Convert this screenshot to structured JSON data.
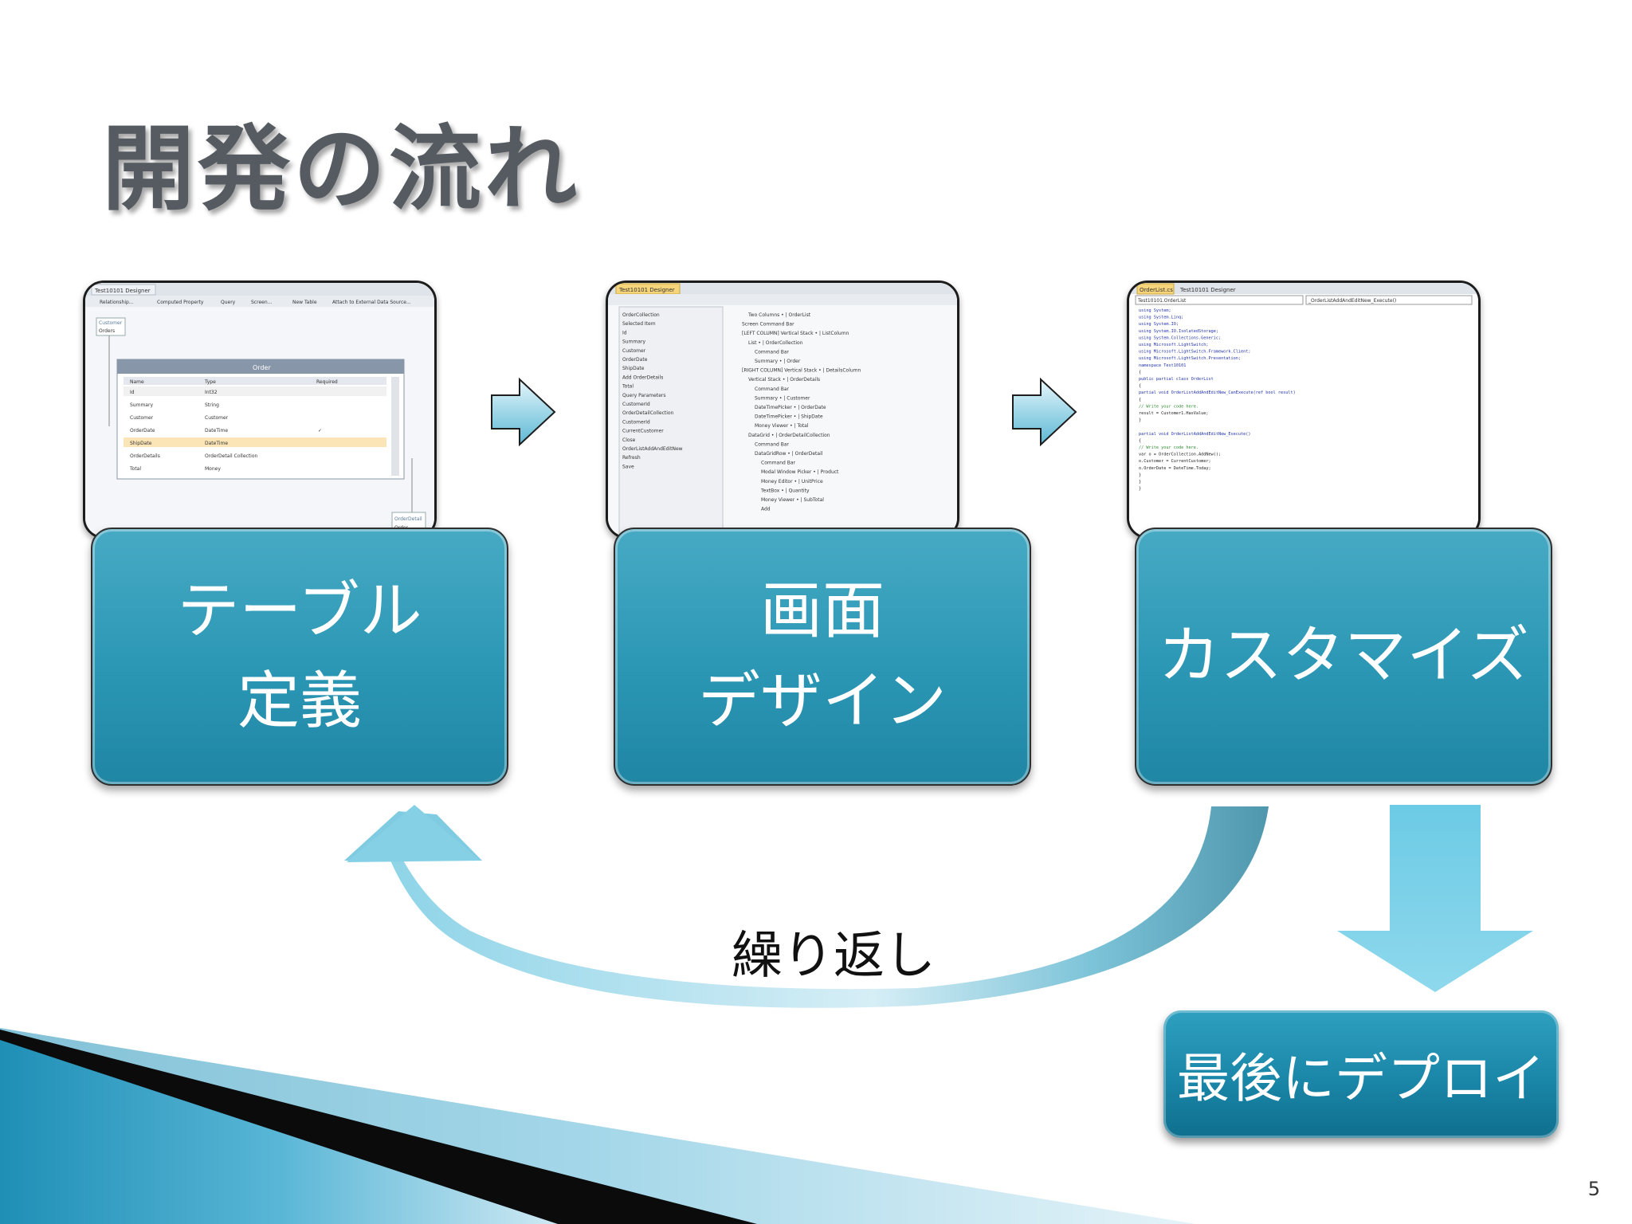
{
  "slide": {
    "title": "開発の流れ",
    "page_number": "5"
  },
  "steps": [
    {
      "line1": "テーブル",
      "line2": "定義"
    },
    {
      "line1": "画面",
      "line2": "デザイン"
    },
    {
      "line1": "カスタマイズ",
      "line2": ""
    }
  ],
  "loop_label": "繰り返し",
  "deploy_label": "最後にデプロイ",
  "colors": {
    "step_fill": "#2b97b5",
    "arrow_fill": "#7fd0e6",
    "title": "#555b60",
    "accent_dark": "#1a86a8"
  },
  "thumbnails": {
    "table_designer": {
      "tab": "Test10101 Designer",
      "toolbar": [
        "Relationship...",
        "Computed Property",
        "Query",
        "Screen...",
        "New Table",
        "Attach to External Data Source..."
      ],
      "entity_box": "Customer",
      "entity_sub": "Orders",
      "table_title": "Order",
      "columns": [
        "Name",
        "Type",
        "Required"
      ],
      "rows": [
        [
          "Id",
          "Int32",
          ""
        ],
        [
          "Summary",
          "String",
          ""
        ],
        [
          "Customer",
          "Customer",
          ""
        ],
        [
          "OrderDate",
          "DateTime",
          "✓"
        ],
        [
          "ShipDate",
          "DateTime",
          ""
        ],
        [
          "OrderDetails",
          "OrderDetail Collection",
          ""
        ],
        [
          "Total",
          "Money",
          ""
        ]
      ],
      "side_box": "OrderDetail",
      "side_sub": "Order"
    },
    "screen_designer": {
      "tab": "Test10101 Designer",
      "left_items": [
        "OrderCollection",
        "Selected Item",
        "Id",
        "Summary",
        "Customer",
        "OrderDate",
        "ShipDate",
        "Add OrderDetails",
        "Total",
        "Query Parameters",
        "CustomerId",
        "OrderDetailCollection",
        "CustomerId",
        "CurrentCustomer",
        "Close",
        "OrderListAddAndEditNew",
        "Refresh",
        "Save"
      ],
      "right_items": [
        "Two Columns • | OrderList",
        "Screen Command Bar",
        "[LEFT COLUMN] Vertical Stack • | ListColumn",
        "List • | OrderCollection",
        "Command Bar",
        "Summary • | Order",
        "[RIGHT COLUMN] Vertical Stack • | DetailsColumn",
        "Vertical Stack • | OrderDetails",
        "Command Bar",
        "Summary • | Customer",
        "DateTimePicker • | OrderDate",
        "DateTimePicker • | ShipDate",
        "Money Viewer • | Total",
        "DataGrid • | OrderDetailCollection",
        "Command Bar",
        "DataGridRow • | OrderDetail",
        "Command Bar",
        "Modal Window Picker • | Product",
        "Money Editor • | UnitPrice",
        "TextBox • | Quantity",
        "Money Viewer • | SubTotal",
        "Add"
      ]
    },
    "code_editor": {
      "tab1": "OrderList.cs",
      "tab2": "Test10101 Designer",
      "dropdown1": "Test10101.OrderList",
      "dropdown2": "_OrderListAddAndEditNew_Execute()",
      "code_lines": [
        "using System;",
        "using System.Linq;",
        "using System.IO;",
        "using System.IO.IsolatedStorage;",
        "using System.Collections.Generic;",
        "using Microsoft.LightSwitch;",
        "using Microsoft.LightSwitch.Framework.Client;",
        "using Microsoft.LightSwitch.Presentation;",
        "namespace Test10101",
        "{",
        "    public partial class OrderList",
        "    {",
        "        partial void OrderListAddAndEditNew_CanExecute(ref bool result)",
        "        {",
        "            // Write your code here.",
        "            result = Customer1.HasValue;",
        "        }",
        "",
        "        partial void OrderListAddAndEditNew_Execute()",
        "        {",
        "            // Write your code here.",
        "            var o = OrderCollection.AddNew();",
        "            o.Customer = CurrentCustomer;",
        "            o.OrderDate = DateTime.Today;",
        "        }",
        "    }",
        "}"
      ]
    }
  }
}
